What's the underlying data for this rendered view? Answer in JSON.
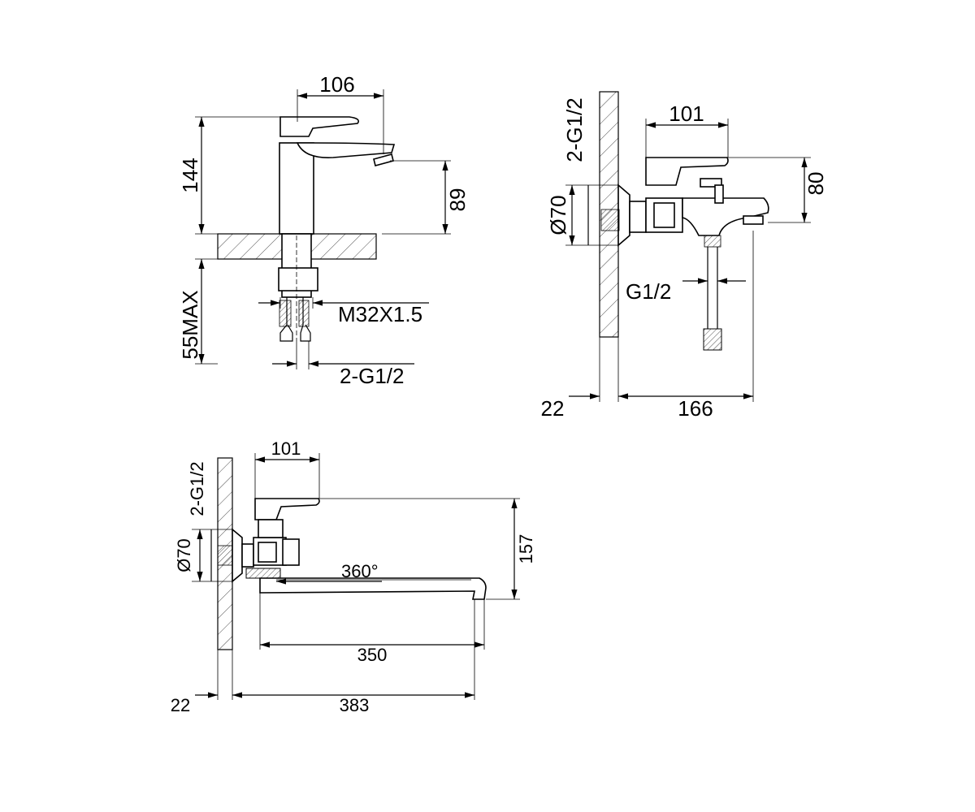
{
  "basin_mixer": {
    "width": "106",
    "height": "144",
    "spout_height": "89",
    "max_thickness": "55MAX",
    "thread": "M32X1.5",
    "connection": "2-G1/2"
  },
  "bath_mixer_short": {
    "connection": "2-G1/2",
    "flange_diameter": "Ø70",
    "handle_width": "101",
    "height": "80",
    "hose_connection": "G1/2",
    "wall_offset": "22",
    "projection": "166"
  },
  "bath_mixer_long": {
    "connection": "2-G1/2",
    "flange_diameter": "Ø70",
    "handle_width": "101",
    "height": "157",
    "rotation": "360°",
    "spout_length": "350",
    "wall_offset": "22",
    "projection": "383"
  }
}
